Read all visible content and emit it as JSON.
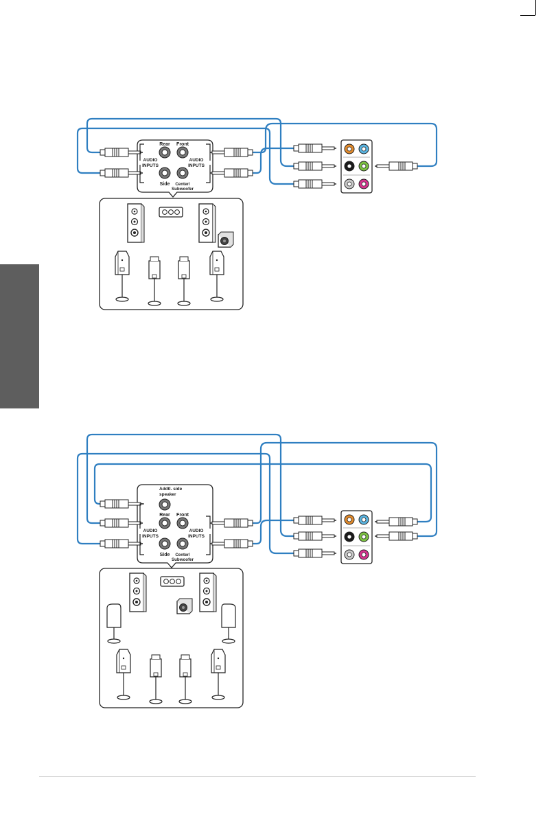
{
  "diagram1": {
    "labels": {
      "rear": "Rear",
      "front": "Front",
      "audio_inputs_left_1": "AUDIO",
      "audio_inputs_left_2": "INPUTS",
      "audio_inputs_right_1": "AUDIO",
      "audio_inputs_right_2": "INPUTS",
      "side": "Side",
      "center_1": "Center/",
      "center_2": "Subwoofer"
    }
  },
  "diagram2": {
    "labels": {
      "addtl_1": "Addtl. side",
      "addtl_2": "speaker",
      "rear": "Rear",
      "front": "Front",
      "audio_inputs_left_1": "AUDIO",
      "audio_inputs_left_2": "INPUTS",
      "audio_inputs_right_1": "AUDIO",
      "audio_inputs_right_2": "INPUTS",
      "side": "Side",
      "center_1": "Center/",
      "center_2": "Subwoofer"
    }
  },
  "colors": {
    "cable": "#2f7fc1",
    "jack_orange": "#e08a2c",
    "jack_blue": "#5ab4e0",
    "jack_black": "#1a1a1a",
    "jack_green": "#7cc242",
    "jack_gray": "#c8c8c8",
    "jack_pink": "#d6338f",
    "side_tab": "#5e5e5e"
  }
}
